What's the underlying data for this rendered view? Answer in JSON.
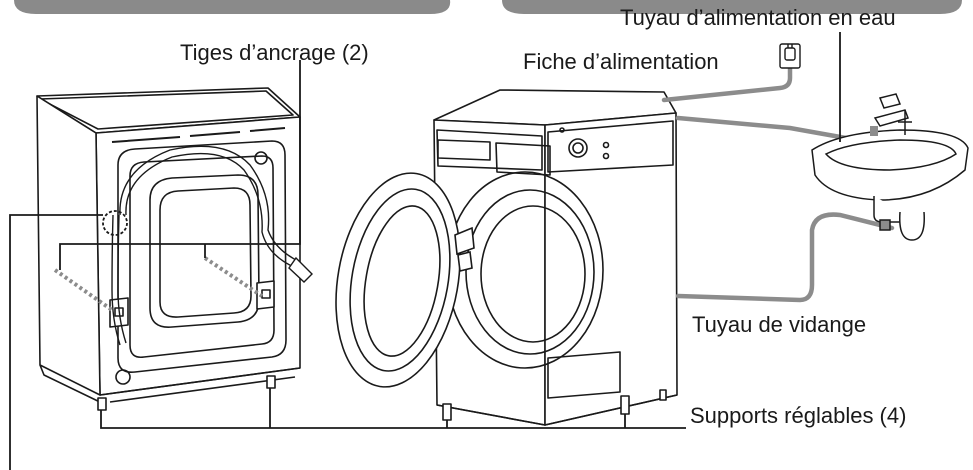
{
  "labels": {
    "water_inlet_hose": "Tuyau d’alimentation en eau",
    "power_plug": "Fiche d’alimentation",
    "anchor_rods": "Tiges d’ancrage (2)",
    "drain_hose": "Tuyau de vidange",
    "adjustable_feet": "Supports réglables (4)"
  },
  "icons": {
    "plug": "power-plug-icon"
  },
  "colors": {
    "line": "#1a1a1a",
    "hose": "#8c8c8c",
    "tab_fill": "#8a8a8a"
  }
}
